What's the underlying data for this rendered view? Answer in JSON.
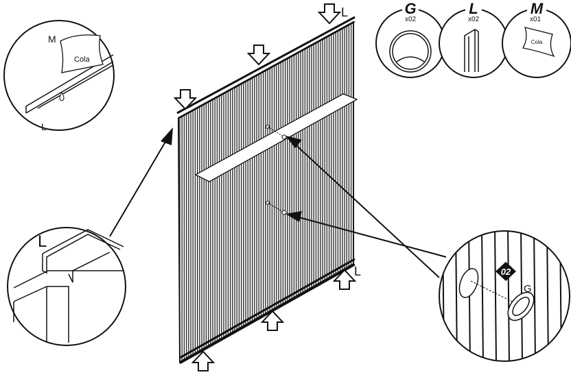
{
  "parts": [
    {
      "letter": "G",
      "qty": "x02"
    },
    {
      "letter": "L",
      "qty": "x02"
    },
    {
      "letter": "M",
      "qty": "x01",
      "text": "Cola"
    }
  ],
  "detail_glue": {
    "label_m": "M",
    "label_cola": "Cola",
    "label_l": "L"
  },
  "detail_profile": {
    "label_l": "L"
  },
  "detail_grommet": {
    "step": "02",
    "label_g": "G"
  },
  "panel_labels": {
    "top_l": "L",
    "bottom_l": "L"
  }
}
